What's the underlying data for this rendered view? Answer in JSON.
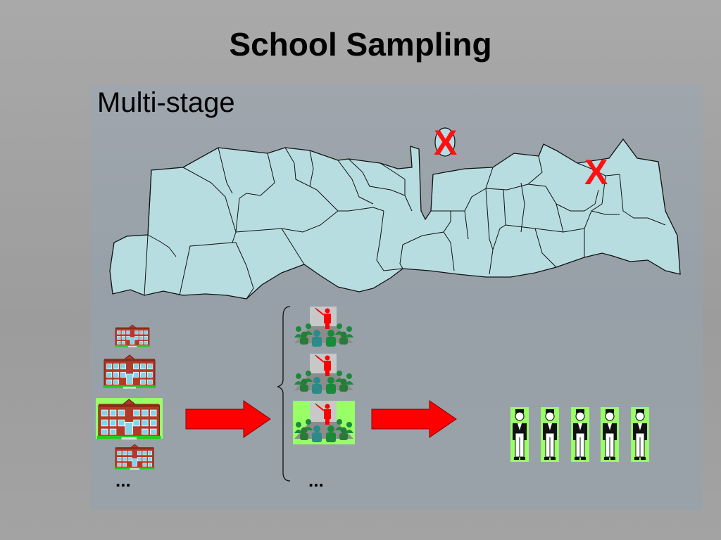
{
  "title": "School Sampling",
  "subtitle": "Multi-stage",
  "map": {
    "selected_marker_1": "X",
    "selected_marker_2": "X"
  },
  "schools": {
    "ellipsis": "..."
  },
  "classrooms": {
    "ellipsis": "..."
  },
  "colors": {
    "map_fill": "#b8dde0",
    "marker": "#ff1010",
    "arrow": "#ff0000",
    "highlight": "#99ff66",
    "teacher": "#ff0000",
    "student_green": "#1a8a3a",
    "student_teal": "#2c8a8a",
    "building": "#b33a2a"
  },
  "icons": [
    "school-building-icon",
    "classroom-icon",
    "teacher-icon",
    "student-icon",
    "arrow-right-icon"
  ]
}
